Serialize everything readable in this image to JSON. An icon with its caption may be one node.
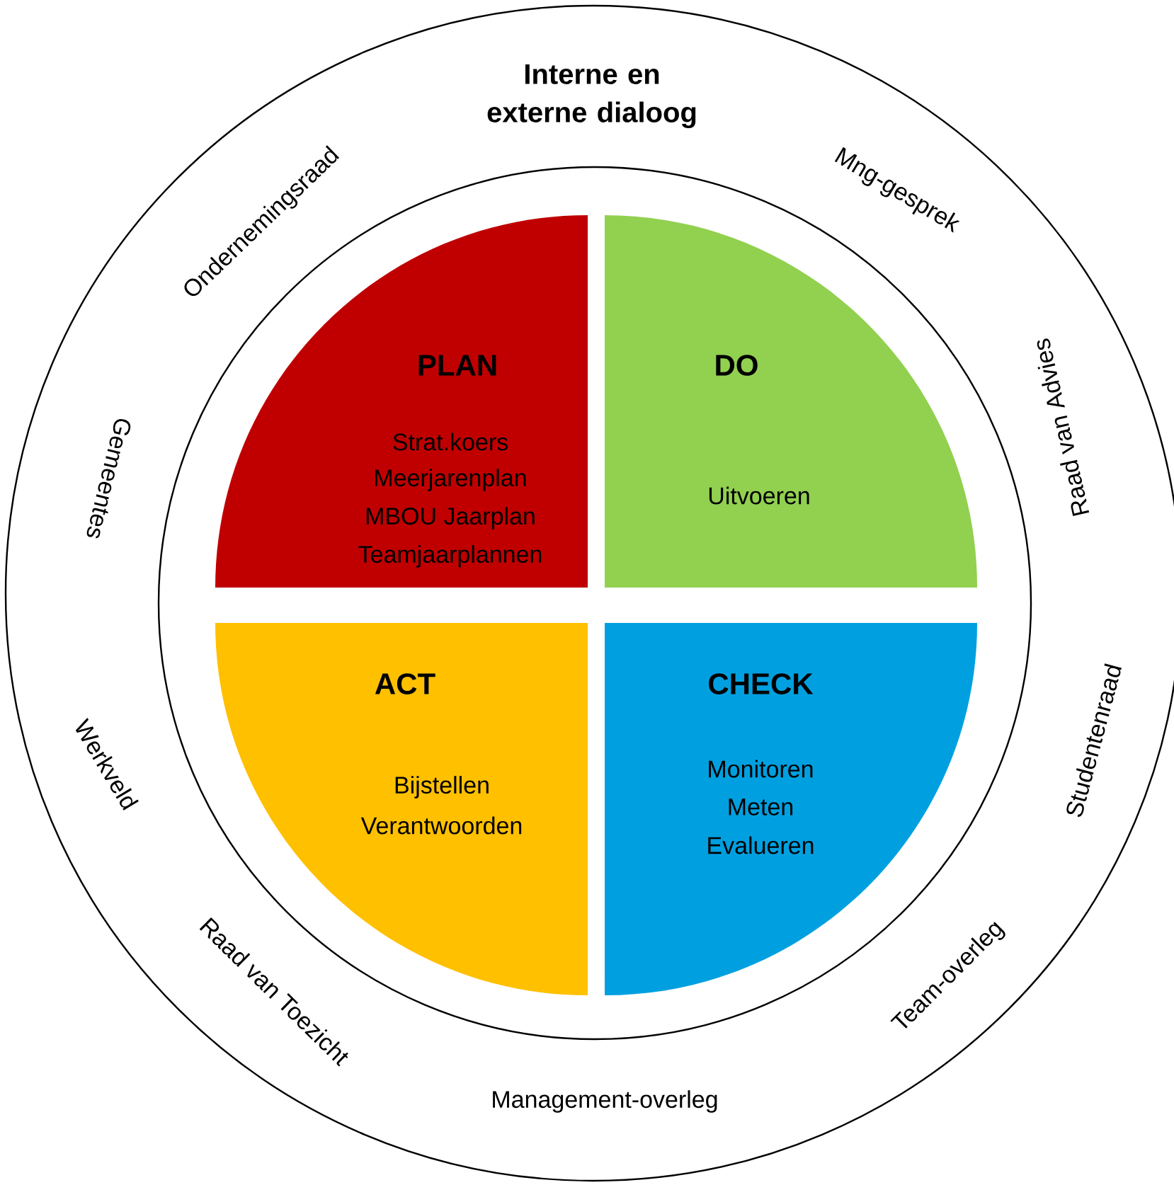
{
  "diagram": {
    "title": "Interne en externe dialoog",
    "nodes": [
      {
        "text": [
          "PLAN",
          "Strat.koers",
          "Meerjarenplan",
          "MBOU Jaarplan",
          "Teamjaarplannen"
        ]
      },
      {
        "text": [
          "DO",
          "Uitvoeren"
        ]
      },
      {
        "text": [
          "ACT",
          "Bijstellen",
          "Verantwoorden"
        ]
      },
      {
        "text": [
          "CHECK",
          "Monitoren",
          "Meten",
          "Evalueren"
        ]
      }
    ],
    "labels": [
      "Ondernemingsraad",
      "Mng-gesprek",
      "Gemeentes",
      "Raad van Advies",
      "Werkveld",
      "Studentenraad",
      "Raad van Toezicht",
      "Team-overleg",
      "Management-overleg"
    ]
  }
}
